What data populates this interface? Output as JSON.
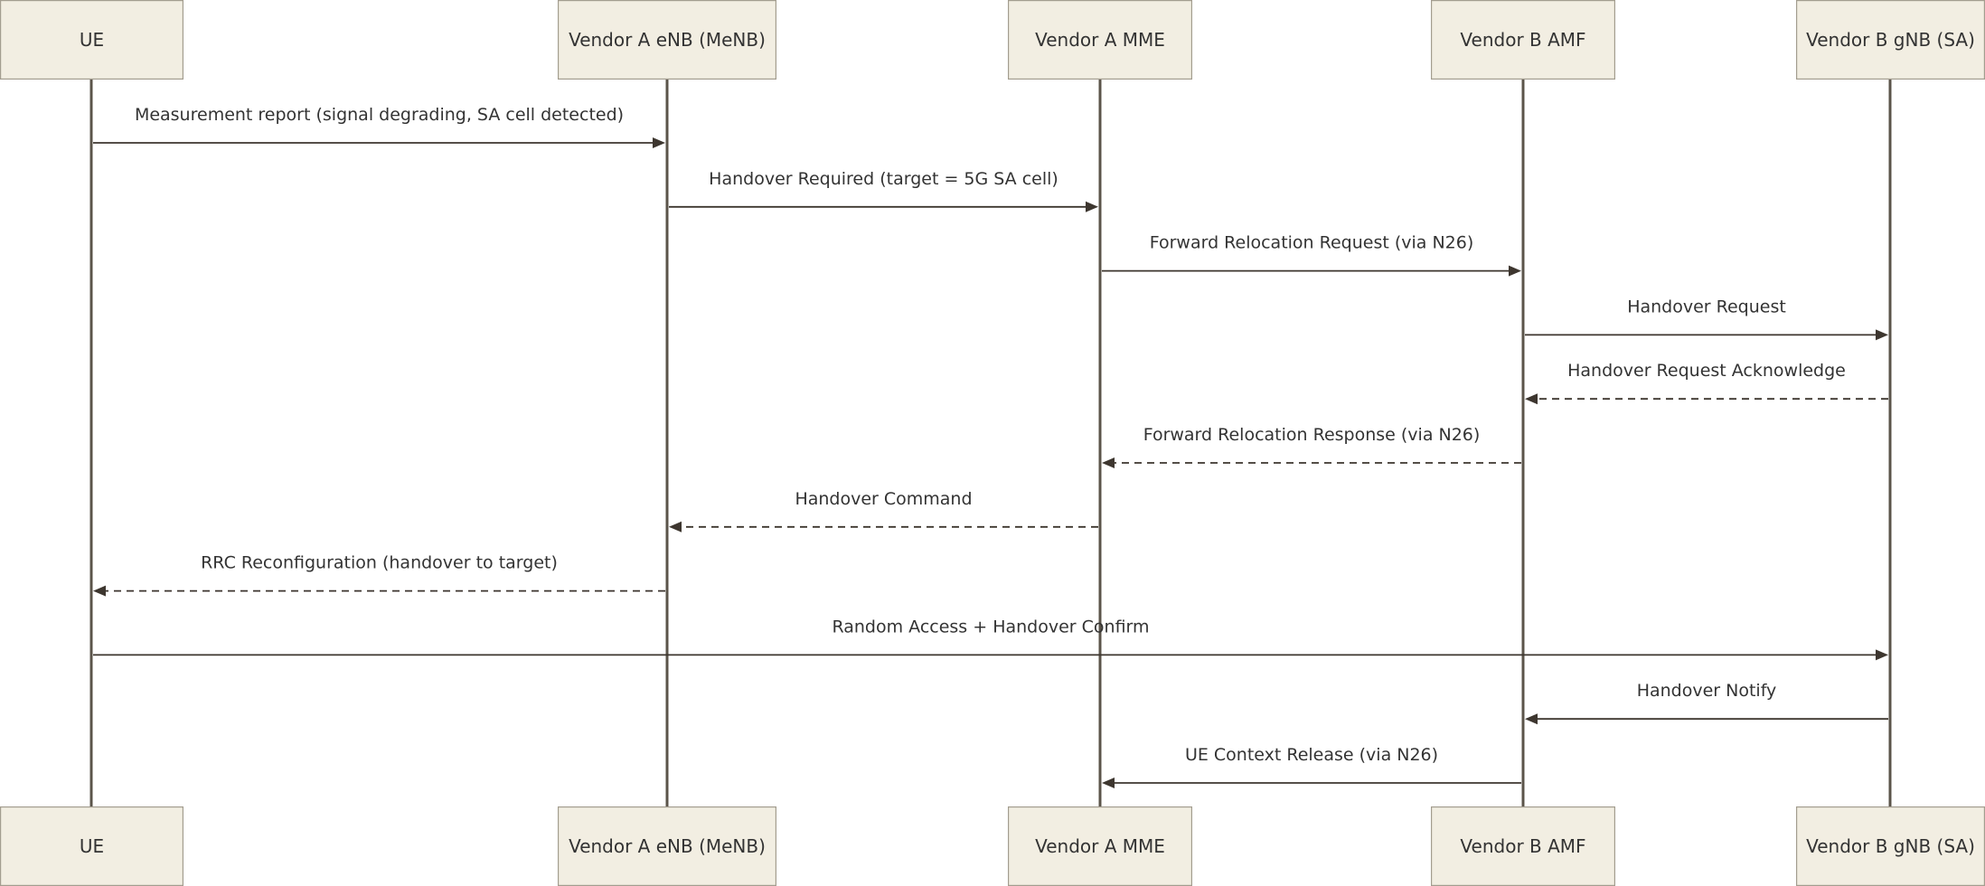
{
  "actors": [
    {
      "id": "ue",
      "name": "UE"
    },
    {
      "id": "enb",
      "name": "Vendor A eNB (MeNB)"
    },
    {
      "id": "mme",
      "name": "Vendor A MME"
    },
    {
      "id": "amf",
      "name": "Vendor B AMF"
    },
    {
      "id": "gnb",
      "name": "Vendor B gNB (SA)"
    }
  ],
  "messages": [
    {
      "from": "ue",
      "to": "enb",
      "label": "Measurement report (signal degrading, SA cell detected)",
      "style": "solid"
    },
    {
      "from": "enb",
      "to": "mme",
      "label": "Handover Required (target = 5G SA cell)",
      "style": "solid"
    },
    {
      "from": "mme",
      "to": "amf",
      "label": "Forward Relocation Request (via N26)",
      "style": "solid"
    },
    {
      "from": "amf",
      "to": "gnb",
      "label": "Handover Request",
      "style": "solid"
    },
    {
      "from": "gnb",
      "to": "amf",
      "label": "Handover Request Acknowledge",
      "style": "dashed"
    },
    {
      "from": "amf",
      "to": "mme",
      "label": "Forward Relocation Response (via N26)",
      "style": "dashed"
    },
    {
      "from": "mme",
      "to": "enb",
      "label": "Handover Command",
      "style": "dashed"
    },
    {
      "from": "enb",
      "to": "ue",
      "label": "RRC Reconfiguration (handover to target)",
      "style": "dashed"
    },
    {
      "from": "ue",
      "to": "gnb",
      "label": "Random Access + Handover Confirm",
      "style": "solid"
    },
    {
      "from": "gnb",
      "to": "amf",
      "label": "Handover Notify",
      "style": "solid"
    },
    {
      "from": "amf",
      "to": "mme",
      "label": "UE Context Release (via N26)",
      "style": "solid"
    }
  ]
}
